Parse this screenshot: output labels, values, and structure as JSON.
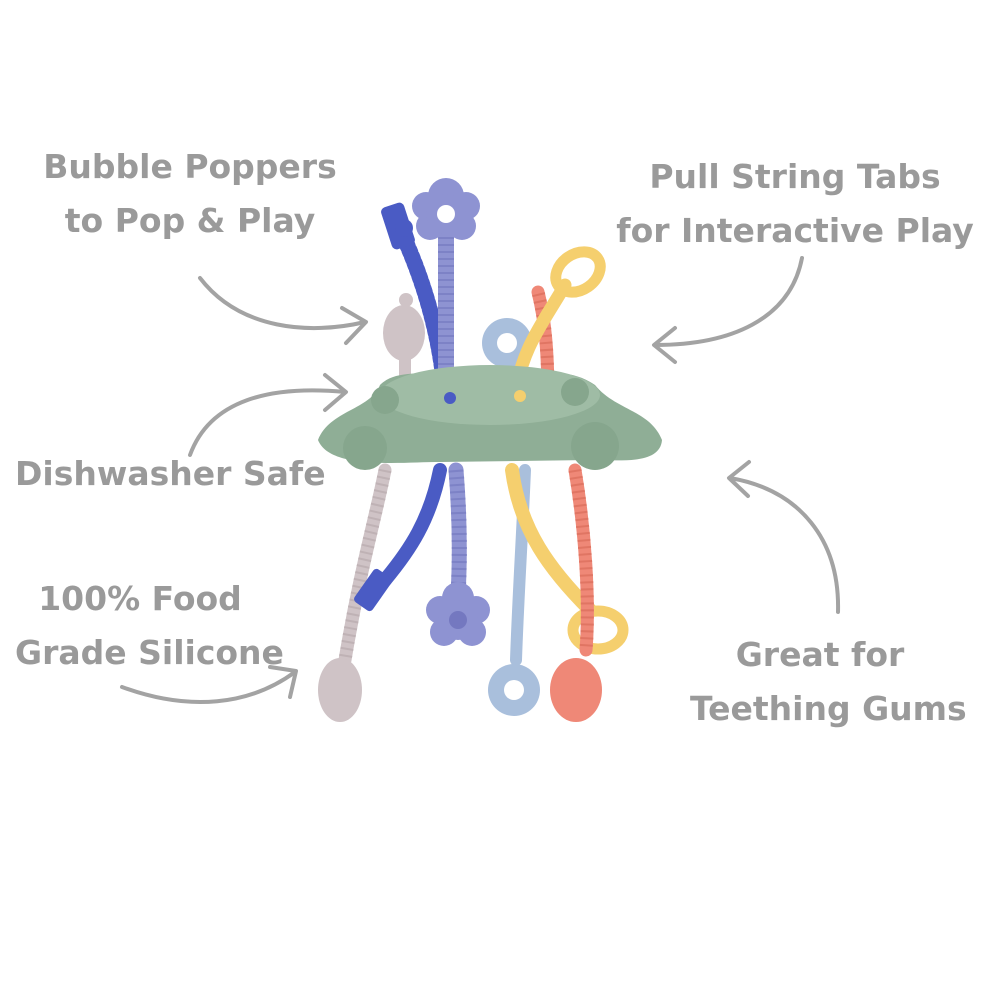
{
  "callouts": {
    "bubble_poppers": {
      "line1": "Bubble Poppers",
      "line2": "to Pop & Play"
    },
    "pull_string": {
      "line1": "Pull String Tabs",
      "line2": "for Interactive Play"
    },
    "dishwasher": {
      "line1": "Dishwasher Safe"
    },
    "food_grade": {
      "line1": "100% Food",
      "line2": "Grade Silicone"
    },
    "teething": {
      "line1": "Great for",
      "line2": "Teething Gums"
    }
  },
  "colors": {
    "text": "#9a9a9a",
    "arrow": "#a3a3a3",
    "body_green": "#8fae96",
    "royal_blue": "#4a5bc4",
    "lavender": "#8e93d2",
    "taupe": "#cfc3c6",
    "powder_blue": "#a9bfdc",
    "yellow": "#f5cf6e",
    "coral": "#ef8877"
  }
}
